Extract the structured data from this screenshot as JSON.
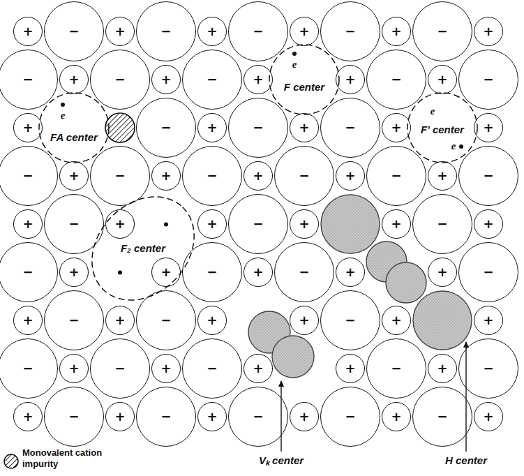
{
  "diagram": {
    "nodes": [
      {
        "text": [
          "+"
        ]
      },
      {
        "text": [
          "−"
        ]
      },
      {
        "text": [
          "+"
        ]
      },
      {
        "text": [
          "−"
        ]
      },
      {
        "text": [
          "+"
        ]
      },
      {
        "text": [
          "−"
        ]
      },
      {
        "text": [
          "+"
        ]
      },
      {
        "text": [
          "−"
        ]
      },
      {
        "text": [
          "+"
        ]
      },
      {
        "text": [
          "−"
        ]
      },
      {
        "text": [
          "+"
        ]
      },
      {
        "text": [
          "−"
        ]
      },
      {
        "text": [
          "+"
        ]
      },
      {
        "text": [
          "−"
        ]
      },
      {
        "text": [
          "+"
        ]
      },
      {
        "text": [
          "−"
        ]
      },
      {
        "text": [
          "+"
        ]
      },
      {
        "text": [
          "+"
        ]
      },
      {
        "text": [
          "−"
        ]
      },
      {
        "text": [
          "+"
        ]
      },
      {
        "text": [
          "−"
        ]
      },
      {
        "text": [
          "+"
        ]
      },
      {
        "text": [
          "−"
        ]
      },
      {
        "text": [
          "+"
        ]
      },
      {
        "text": [
          "−"
        ]
      },
      {
        "text": [
          "+"
        ]
      },
      {
        "text": [
          "−"
        ]
      },
      {
        "text": [
          "+"
        ]
      },
      {
        "text": [
          "+"
        ]
      },
      {
        "text": [
          "−"
        ]
      },
      {
        "text": [
          "+"
        ]
      },
      {
        "text": [
          "−"
        ]
      },
      {
        "text": [
          "+"
        ]
      },
      {
        "text": [
          "−"
        ]
      },
      {
        "text": [
          "+"
        ]
      },
      {
        "text": [
          "−"
        ]
      },
      {
        "text": [
          "+"
        ]
      },
      {
        "text": [
          "−"
        ]
      },
      {
        "text": [
          "+"
        ]
      },
      {
        "text": [
          "−"
        ]
      },
      {
        "text": [
          "+"
        ]
      },
      {
        "text": [
          "−"
        ]
      },
      {
        "text": [
          "+"
        ]
      },
      {
        "text": [
          "+"
        ]
      },
      {
        "text": [
          "−"
        ]
      },
      {
        "text": [
          "+"
        ]
      },
      {
        "text": [
          "+"
        ]
      },
      {
        "text": [
          "−"
        ]
      },
      {
        "text": [
          "+"
        ]
      },
      {
        "text": [
          "−"
        ]
      },
      {
        "text": [
          "+"
        ]
      },
      {
        "text": [
          "+"
        ]
      },
      {
        "text": [
          "−"
        ]
      },
      {
        "text": [
          "+"
        ]
      },
      {
        "text": [
          "−"
        ]
      },
      {
        "text": [
          "+"
        ]
      },
      {
        "text": [
          "+"
        ]
      },
      {
        "text": [
          "−"
        ]
      },
      {
        "text": [
          "+"
        ]
      },
      {
        "text": [
          "−"
        ]
      },
      {
        "text": [
          "+"
        ]
      },
      {
        "text": [
          "−"
        ]
      },
      {
        "text": [
          "+"
        ]
      },
      {
        "text": [
          "+"
        ]
      },
      {
        "text": [
          "−"
        ]
      },
      {
        "text": [
          "+"
        ]
      },
      {
        "text": [
          "+"
        ]
      },
      {
        "text": [
          "−"
        ]
      },
      {
        "text": [
          "+"
        ]
      },
      {
        "text": [
          "−"
        ]
      },
      {
        "text": [
          "+"
        ]
      },
      {
        "text": [
          "−"
        ]
      },
      {
        "text": [
          "+"
        ]
      },
      {
        "text": [
          "+"
        ]
      },
      {
        "text": [
          "−"
        ]
      },
      {
        "text": [
          "+"
        ]
      },
      {
        "text": [
          "−"
        ]
      },
      {
        "text": [
          "+"
        ]
      },
      {
        "text": [
          "−"
        ]
      },
      {
        "text": [
          "+"
        ]
      },
      {
        "text": [
          "−"
        ]
      },
      {
        "text": [
          "+"
        ]
      },
      {
        "text": [
          "−"
        ]
      },
      {
        "text": [
          "+"
        ]
      },
      {
        "text": [
          "−"
        ]
      },
      {
        "text": [
          "+"
        ]
      },
      {
        "text": [
          "−"
        ]
      },
      {
        "text": [
          "+"
        ]
      },
      {
        "text": [
          "e",
          "F center"
        ]
      },
      {
        "text": [
          "e",
          "FA center"
        ]
      },
      {
        "text": [
          "e",
          "F' center",
          "e"
        ]
      },
      {
        "text": [
          "F₂ center"
        ]
      }
    ],
    "labels": [
      "Vₖ center",
      "H center"
    ],
    "legend": [
      {
        "text": "Monovalent cation impurity"
      }
    ]
  }
}
